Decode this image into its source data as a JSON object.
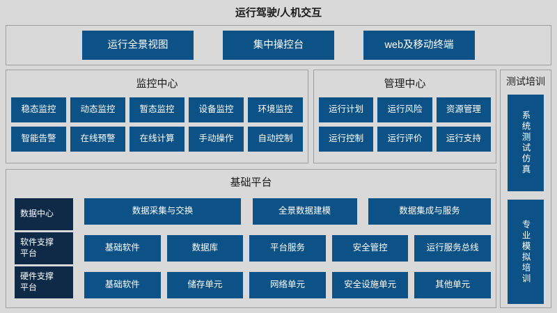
{
  "colors": {
    "button_blue": "#0d5286",
    "dark_navy": "#0e2a47",
    "page_bg": "#d9d9d9",
    "panel_border": "#9e9e9e",
    "node_text": "#ffffff",
    "title_text": "#1a1a1a"
  },
  "header": {
    "title": "运行驾驶/人机交互"
  },
  "hmi": {
    "nodes": [
      "运行全景视图",
      "集中操控台",
      "web及移动终端"
    ]
  },
  "monitoring": {
    "title": "监控中心",
    "rows": [
      [
        "稳态监控",
        "动态监控",
        "暂态监控",
        "设备监控",
        "环境监控"
      ],
      [
        "智能告警",
        "在线预警",
        "在线计算",
        "手动操作",
        "自动控制"
      ]
    ]
  },
  "management": {
    "title": "管理中心",
    "rows": [
      [
        "运行计划",
        "运行风险",
        "资源管理"
      ],
      [
        "运行控制",
        "运行评价",
        "运行支持"
      ]
    ]
  },
  "testing": {
    "title": "测试培训",
    "nodes": [
      "系统测试仿真",
      "专业模拟培训"
    ]
  },
  "platform": {
    "title": "基础平台",
    "categories": [
      "数据中心",
      "软件支撑平台",
      "硬件支撑平台"
    ],
    "rows": [
      [
        "数据采集与交换",
        "全景数据建模",
        "数据集成与服务"
      ],
      [
        "基础软件",
        "数据库",
        "平台服务",
        "安全管控",
        "运行服务总线"
      ],
      [
        "基础软件",
        "储存单元",
        "网络单元",
        "安全设施单元",
        "其他单元"
      ]
    ]
  }
}
